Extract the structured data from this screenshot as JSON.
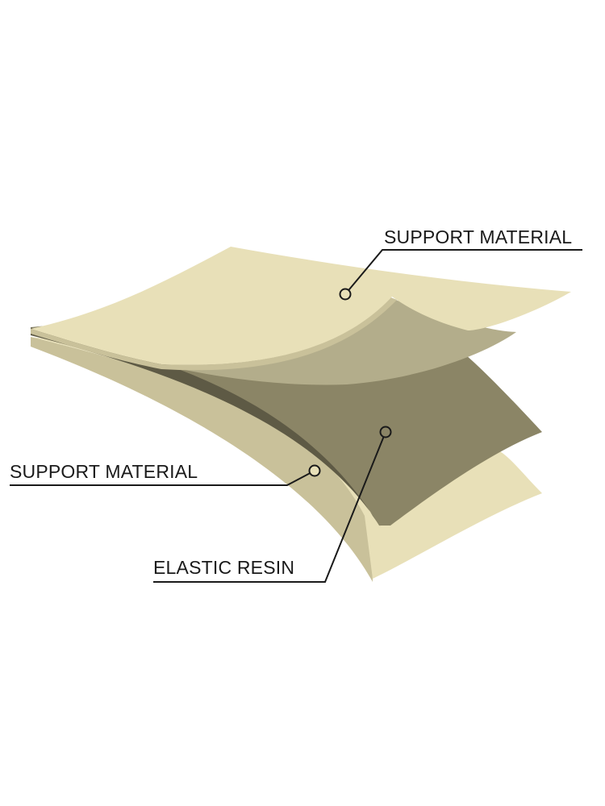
{
  "labels": {
    "top_support": "SUPPORT MATERIAL",
    "bottom_support": "SUPPORT MATERIAL",
    "resin": "ELASTIC RESIN"
  },
  "colors": {
    "background": "#ffffff",
    "support_layer": "#e8e0b8",
    "support_layer_shadow": "#c9c19a",
    "resin_layer": "#8b8566",
    "resin_edge": "#5e5a45",
    "resin_underside": "#b3ad8b",
    "leader_line": "#1a1a1a"
  }
}
